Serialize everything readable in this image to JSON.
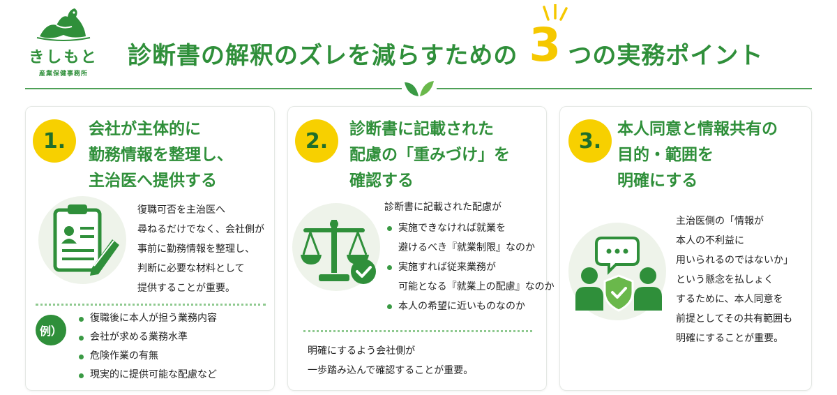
{
  "logo": {
    "name": "きしもと",
    "sub": "産業保健事務所"
  },
  "title": {
    "before": "診断書の解釈のズレを減らすための",
    "number": "3",
    "after": "つの実務ポイント"
  },
  "colors": {
    "green": "#2f8f3a",
    "yellow": "#f7d000",
    "light_green": "#eef3ea"
  },
  "cards": [
    {
      "num": "1.",
      "title_lines": [
        "会社が主体的に",
        "勤務情報を整理し、",
        "主治医へ提供する"
      ],
      "icon": "clipboard-pen-icon",
      "text_lines": [
        "復職可否を主治医へ",
        "尋ねるだけでなく、会社側が",
        "事前に勤務情報を整理し、",
        "判断に必要な材料として",
        "提供することが重要。"
      ],
      "example_label": "例）",
      "examples": [
        "復職後に本人が担う業務内容",
        "会社が求める業務水準",
        "危険作業の有無",
        "現実的に提供可能な配慮など"
      ]
    },
    {
      "num": "2.",
      "title_lines": [
        "診断書に記載された",
        "配慮の「重みづけ」を",
        "確認する"
      ],
      "icon": "scale-check-icon",
      "intro": "診断書に記載された配慮が",
      "bullets": [
        [
          "実施できなければ就業を",
          "避けるべき『就業制限』なのか"
        ],
        [
          "実施すれば従来業務が",
          "可能となる『就業上の配慮』なのか"
        ],
        [
          "本人の希望に近いものなのか"
        ]
      ],
      "footer_lines": [
        "明確にするよう会社側が",
        "一歩踏み込んで確認することが重要。"
      ]
    },
    {
      "num": "3.",
      "title_lines": [
        "本人同意と情報共有の",
        "目的・範囲を",
        "明確にする"
      ],
      "icon": "people-shield-icon",
      "text_lines": [
        "主治医側の「情報が",
        "本人の不利益に",
        "用いられるのではないか」",
        "という懸念を払しょく",
        "するために、本人同意を",
        "前提としてその共有範囲も",
        "明確にすることが重要。"
      ]
    }
  ]
}
